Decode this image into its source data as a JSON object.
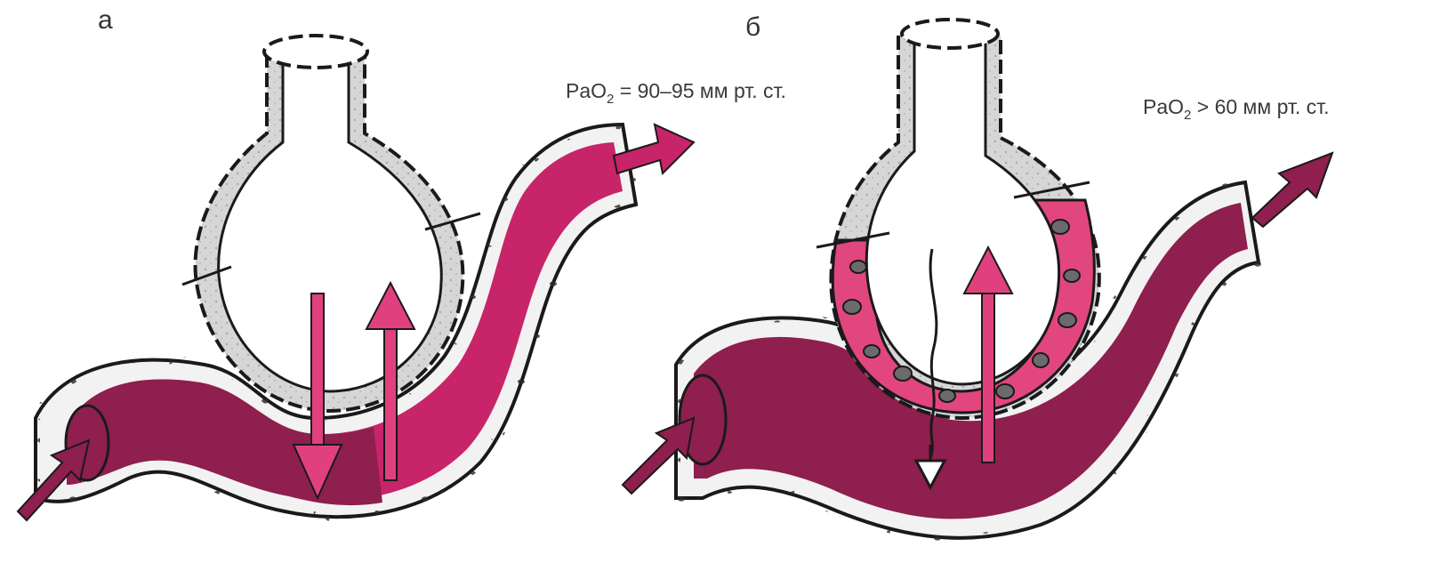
{
  "panels": [
    {
      "letter": "а",
      "pao2": {
        "prefix": "PaO",
        "sub": "2",
        "suffix": " = 90–95 мм рт. ст."
      }
    },
    {
      "letter": "б",
      "pao2": {
        "prefix": "PaO",
        "sub": "2",
        "suffix": " > 60 мм рт. ст."
      }
    }
  ],
  "colors": {
    "vessel_dark": "#8e1f4e",
    "vessel_bright": "#c8246a",
    "arrow_pink": "#e0417e",
    "exudate_pink": "#e2467f",
    "wall_gray": "#c9c9c9",
    "outline": "#1a1a1a"
  }
}
